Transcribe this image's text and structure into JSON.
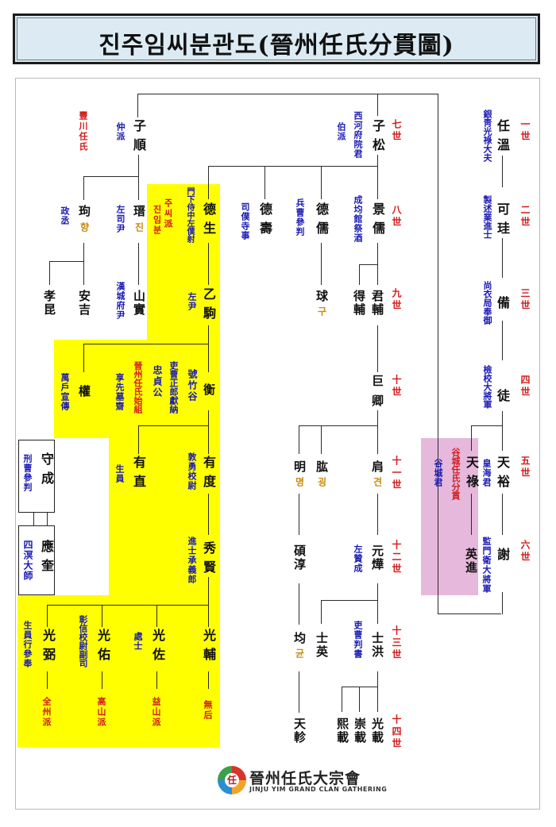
{
  "title": "진주임씨분관도(晉州任氏分貫圖)",
  "colors": {
    "yellow": "#ffff00",
    "pink": "#e6b8dc",
    "header_bg": "#dcebf3",
    "blue": "#1a1ab4",
    "red": "#d21a1a",
    "hangul": "#c98a10"
  },
  "generations": [
    "七世",
    "八世",
    "九世",
    "十世",
    "十一世",
    "十二世",
    "十三世",
    "十四世"
  ],
  "generations_right": [
    "一世",
    "二世",
    "三世",
    "四世",
    "五世",
    "六世"
  ],
  "people": {
    "jasun": {
      "name": "子順",
      "note": "仲派"
    },
    "pungcheon": {
      "note": "豐川任氏"
    },
    "jasong": {
      "name": "子松",
      "note1": "西河府院君",
      "note2": "伯派"
    },
    "gu": {
      "name": "玽",
      "hangul": "향",
      "note": "政丞"
    },
    "jin": {
      "name": "瑨",
      "hangul": "진",
      "note": "左司尹"
    },
    "deoksaeng": {
      "name": "德生",
      "note": "門下侍中左僕射"
    },
    "jusipa": {
      "note1": "주씨派",
      "note2": "진임분"
    },
    "deoksu": {
      "name": "德壽",
      "note": "司僕寺事"
    },
    "deokyu": {
      "name": "德儒",
      "note": "兵曹參判"
    },
    "gyeongyu": {
      "name": "景儒",
      "note": "成均館祭酒"
    },
    "hyogon": {
      "name": "孝昆"
    },
    "angil": {
      "name": "安吉"
    },
    "sansil": {
      "name": "山實",
      "note": "漢城府尹"
    },
    "eulgu": {
      "name": "乙駒",
      "note": "左尹"
    },
    "gu9": {
      "name": "球",
      "hangul": "구"
    },
    "deukbo": {
      "name": "得輔"
    },
    "gunbo": {
      "name": "君輔"
    },
    "gwon": {
      "name": "權",
      "note": "萬戶宣傳"
    },
    "hyangseon": {
      "note": "享先墓齋"
    },
    "jinju_sijo": {
      "note": "晉州任氏始組"
    },
    "chunggong": {
      "note": "忠貞公"
    },
    "ijo": {
      "note": "吏曹正郎獻納"
    },
    "jukgok": {
      "note": "號竹谷"
    },
    "hyeong": {
      "name": "衡"
    },
    "geogyeong": {
      "name": "巨卿"
    },
    "suseong": {
      "name": "守成",
      "note": "刑曹參判"
    },
    "saengwon": {
      "note": "生員"
    },
    "yujik": {
      "name": "有直"
    },
    "yudo": {
      "name": "有度",
      "note": "敦勇校尉"
    },
    "myeong": {
      "name": "明",
      "hangul": "명"
    },
    "goeng": {
      "name": "肱",
      "hangul": "굉"
    },
    "gyeon": {
      "name": "肩",
      "hangul": "견"
    },
    "eunggyu": {
      "name": "應奎",
      "note": "四溟大師"
    },
    "suhyeon": {
      "name": "秀賢",
      "note": "進士承義郎"
    },
    "hyeongsun": {
      "name": "碩淳"
    },
    "wonyeop": {
      "name": "元燁",
      "note": "左贊成"
    },
    "gwangjo": {
      "name": "光弼",
      "note1": "生員",
      "note2": "行參奉"
    },
    "gwangu": {
      "name": "光佑",
      "note": "彰信校尉副司"
    },
    "gwangjwa": {
      "name": "光佐",
      "note": "處士"
    },
    "gwangbo": {
      "name": "光輔"
    },
    "gyun": {
      "name": "均",
      "hangul": "균"
    },
    "sayeong": {
      "name": "士英"
    },
    "sahong": {
      "name": "士洪",
      "note": "吏曹判書"
    },
    "jeonju_pa": {
      "note": "全州派"
    },
    "goryeong_pa": {
      "note": "高山派"
    },
    "iksan_pa": {
      "note": "益山派"
    },
    "muhu": {
      "note": "無后"
    },
    "cheollak": {
      "name": "天軫"
    },
    "huijae": {
      "name": "熙載"
    },
    "sungjae": {
      "name": "崇載"
    },
    "gwangjae": {
      "name": "光載"
    },
    "imon": {
      "name": "任溫",
      "note": "銀靑光祿大夫"
    },
    "gagyu": {
      "name": "可珪",
      "note": "製述業進士"
    },
    "bi": {
      "name": "備",
      "note": "尚衣局奉御"
    },
    "do": {
      "name": "徒",
      "note": "檢校大將軍"
    },
    "cheonrok": {
      "name": "天祿",
      "note1": "谷城任氏分貫",
      "note2": "谷城君"
    },
    "cheonyu": {
      "name": "天裕",
      "note": "皇海君"
    },
    "yeongjin": {
      "name": "英進"
    },
    "sa": {
      "name": "謝",
      "note": "監門衛大將軍"
    }
  },
  "logo": {
    "glyph": "任",
    "name": "晉州任氏大宗會",
    "sub": "JINJU YIM GRAND CLAN GATHERING"
  }
}
